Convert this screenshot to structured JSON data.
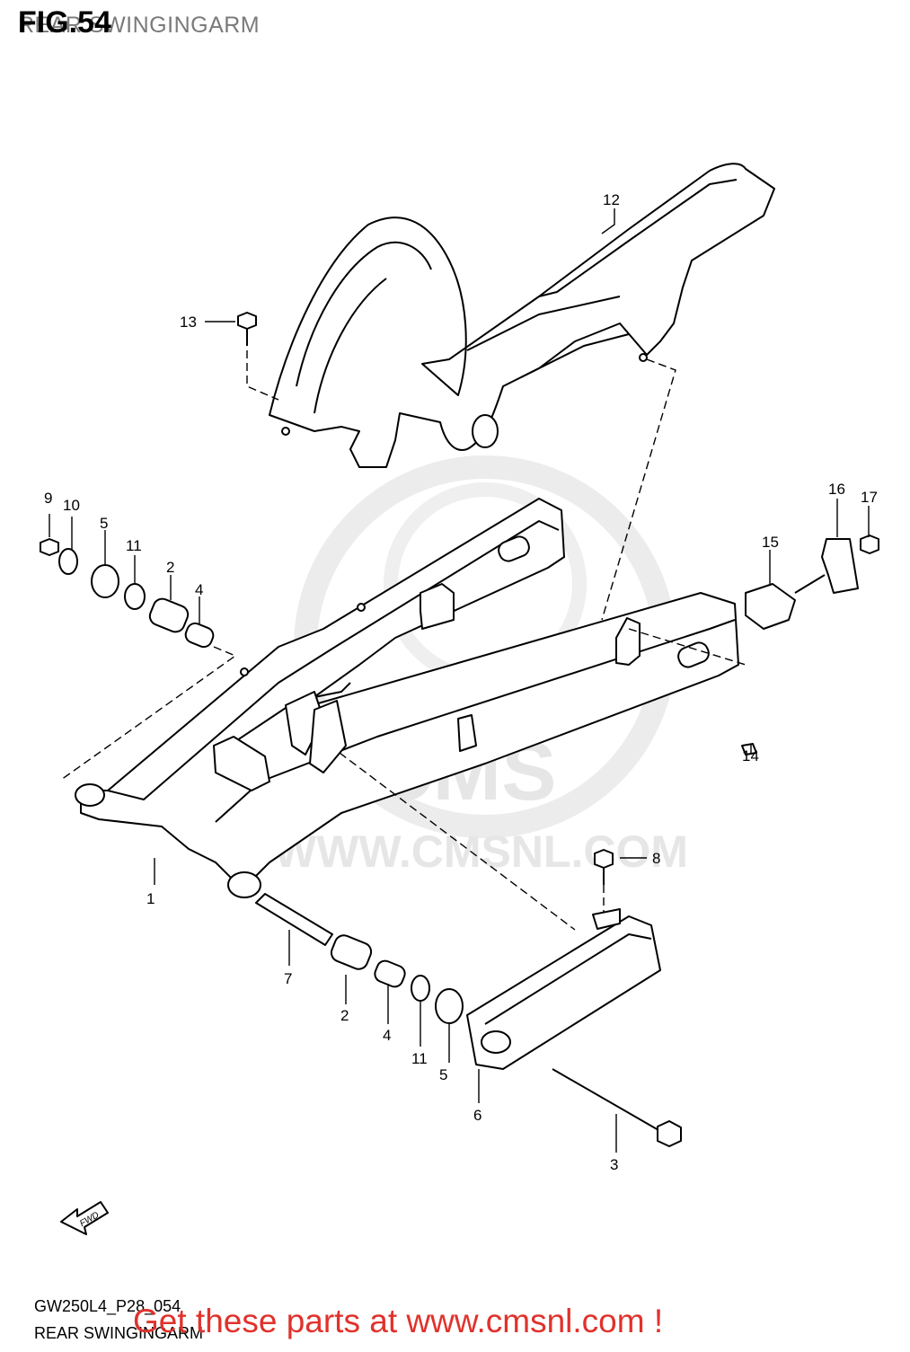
{
  "header": {
    "fig_label": "FIG.54",
    "section_title": "REAR SWINGINGARM"
  },
  "footer": {
    "diagram_code": "GW250L4_P28_054",
    "section_title": "REAR SWINGINGARM",
    "promo_text": "Get these parts at www.cmsnl.com !"
  },
  "watermark": {
    "brand": "CMS",
    "url": "WWW.CMSNL.COM"
  },
  "direction_marker": "FWD",
  "callouts": [
    "1",
    "2",
    "3",
    "4",
    "5",
    "6",
    "7",
    "8",
    "9",
    "10",
    "11",
    "12",
    "13",
    "14",
    "15",
    "16",
    "17",
    "2",
    "4",
    "5",
    "11"
  ],
  "colors": {
    "promo": "#e0322c",
    "title_gray": "#7a7a7a",
    "watermark": "#e6e6e6"
  }
}
